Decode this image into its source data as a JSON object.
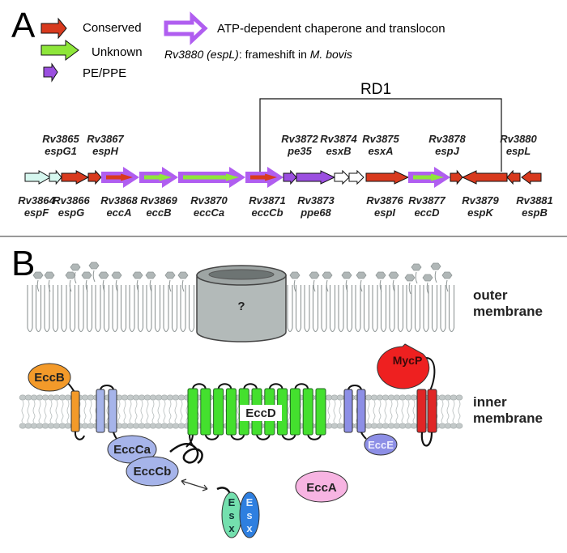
{
  "panelA": {
    "letter": "A",
    "legend": {
      "conserved": "Conserved",
      "unknown": "Unknown",
      "pe_ppe": "PE/PPE",
      "atp": "ATP-dependent chaperone and translocon",
      "note_gene": "Rv3880 (espL)",
      "note_mid": ": frameshift in ",
      "note_species": "M. bovis"
    },
    "rd1_label": "RD1",
    "colors": {
      "conserved": "#d83a1e",
      "unknown": "#8ee63a",
      "pe_ppe": "#9b4fe0",
      "atp_outline": "#b05ef0",
      "unassigned_cyan": "#d6f7ef",
      "unassigned_white": "#ffffff"
    },
    "genes": [
      {
        "id": "Rv3864",
        "name": "espF",
        "label_pos": "below",
        "type": "cyan",
        "dir": 1
      },
      {
        "id": "Rv3865",
        "name": "espG1",
        "label_pos": "above",
        "type": "cyan",
        "dir": 1
      },
      {
        "id": "Rv3866",
        "name": "espG",
        "label_pos": "below",
        "type": "conserved",
        "dir": 1
      },
      {
        "id": "Rv3867",
        "name": "espH",
        "label_pos": "above",
        "type": "conserved",
        "dir": 1
      },
      {
        "id": "Rv3868",
        "name": "eccA",
        "label_pos": "below",
        "type": "atp-conserved",
        "dir": 1
      },
      {
        "id": "Rv3869",
        "name": "eccB",
        "label_pos": "below",
        "type": "atp-unknown",
        "dir": 1
      },
      {
        "id": "Rv3870",
        "name": "eccCa",
        "label_pos": "below",
        "type": "atp-unknown",
        "dir": 1
      },
      {
        "id": "Rv3871",
        "name": "eccCb",
        "label_pos": "below",
        "type": "atp-conserved",
        "dir": 1
      },
      {
        "id": "Rv3872",
        "name": "pe35",
        "label_pos": "above",
        "type": "pe",
        "dir": 1
      },
      {
        "id": "Rv3873",
        "name": "ppe68",
        "label_pos": "below",
        "type": "pe",
        "dir": 1
      },
      {
        "id": "Rv3874",
        "name": "esxB",
        "label_pos": "above",
        "type": "white",
        "dir": 1
      },
      {
        "id": "Rv3875",
        "name": "esxA",
        "label_pos": "above",
        "type": "white",
        "dir": 1
      },
      {
        "id": "Rv3876",
        "name": "espI",
        "label_pos": "below",
        "type": "conserved",
        "dir": 1
      },
      {
        "id": "Rv3877",
        "name": "eccD",
        "label_pos": "below",
        "type": "atp-unknown",
        "dir": 1
      },
      {
        "id": "Rv3878",
        "name": "espJ",
        "label_pos": "above",
        "type": "conserved",
        "dir": 1
      },
      {
        "id": "Rv3879",
        "name": "espK",
        "label_pos": "below",
        "type": "conserved",
        "dir": -1
      },
      {
        "id": "Rv3880",
        "name": "espL",
        "label_pos": "above",
        "type": "conserved",
        "dir": -1
      },
      {
        "id": "Rv3881",
        "name": "espB",
        "label_pos": "below",
        "type": "conserved",
        "dir": -1
      }
    ]
  },
  "panelB": {
    "letter": "B",
    "pore_label": "?",
    "outer_membrane_label": [
      "outer",
      "membrane"
    ],
    "inner_membrane_label": [
      "inner",
      "membrane"
    ],
    "proteins": {
      "eccB": "EccB",
      "eccCa": "EccCa",
      "eccCb": "EccCb",
      "eccD": "EccD",
      "eccE": "EccE",
      "mycP": "MycP",
      "eccA": "EccA",
      "esx1": [
        "E",
        "s",
        "x"
      ],
      "esx2": [
        "E",
        "s",
        "x"
      ]
    },
    "colors": {
      "eccB": "#f39a2a",
      "eccC": "#a6b4ea",
      "eccD": "#44e02e",
      "eccE": "#8d8fe6",
      "mycP": "#ee2020",
      "eccA": "#f7b4e2",
      "esx_green": "#74e0ae",
      "esx_blue": "#2e7fe0",
      "lipid": "#b5bcbc",
      "pore": "#b3bab9"
    }
  }
}
